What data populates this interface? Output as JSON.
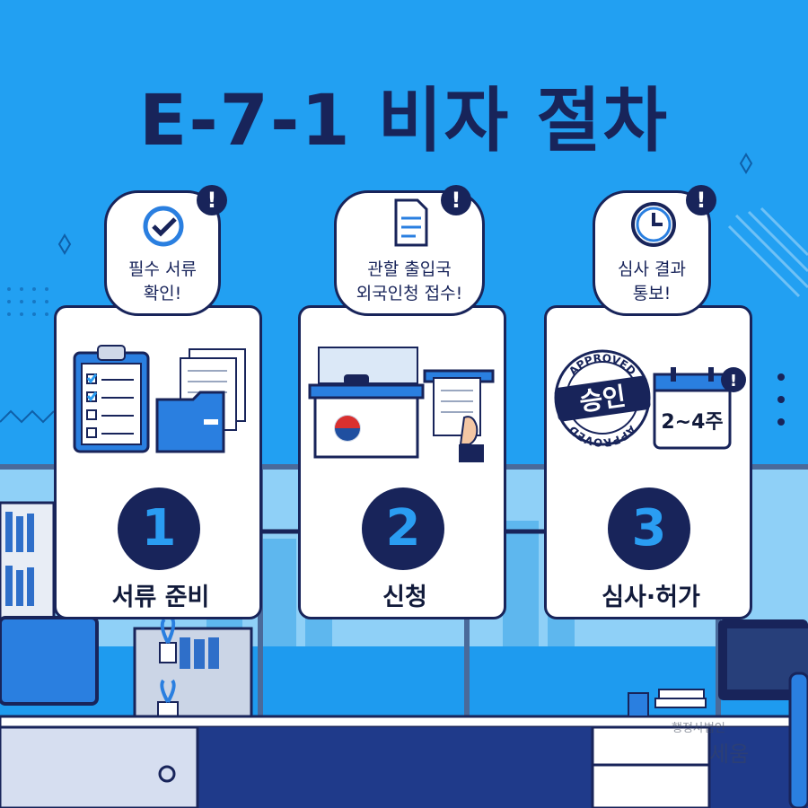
{
  "title": "E-7-1 비자 절차",
  "colors": {
    "background": "#1e9bef",
    "navy": "#18245a",
    "accent": "#2a9df2"
  },
  "steps": [
    {
      "number": "1",
      "label": "서류 준비",
      "bubble": "필수 서류\n확인!",
      "bubble_icon": "check-icon",
      "illustration": "clipboard-checklist-and-folder"
    },
    {
      "number": "2",
      "label": "신청",
      "bubble": "관할 출입국\n외국인청 접수!",
      "bubble_icon": "document-icon",
      "illustration": "immigration-counter-and-document-submission"
    },
    {
      "number": "3",
      "label": "심사·허가",
      "bubble": "심사 결과\n통보!",
      "bubble_icon": "clock-icon",
      "illustration": "approved-stamp-and-calendar"
    }
  ],
  "stamp": {
    "main": "승인",
    "ring": "APPROVED"
  },
  "calendar_text": "2~4주",
  "alert_glyph": "!",
  "watermark": {
    "line1": "행정사법인",
    "line2": "세움"
  }
}
